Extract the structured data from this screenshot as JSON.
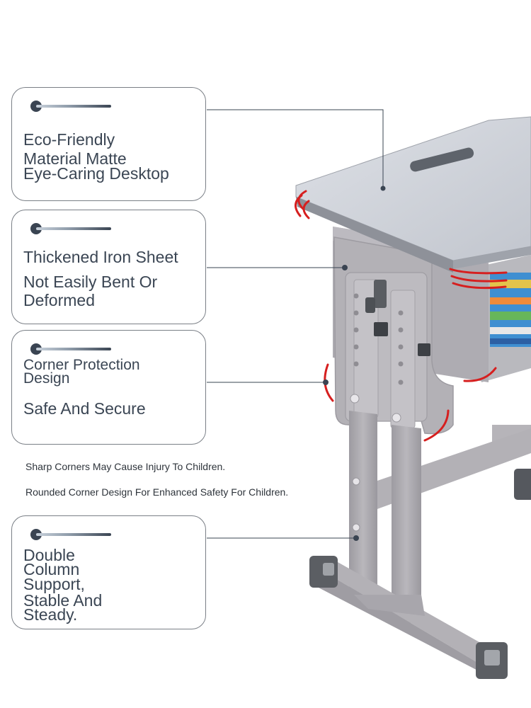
{
  "cards": [
    {
      "lines": [
        "Eco-Friendly",
        "Material Matte",
        "Eye-Caring Desktop"
      ]
    },
    {
      "lines": [
        "Thickened Iron Sheet",
        "Not Easily Bent Or",
        "Deformed"
      ]
    },
    {
      "lines": [
        "Corner Protection",
        "Design",
        "Safe And Secure"
      ]
    },
    {
      "lines": [
        "Double",
        "Column",
        "Support,",
        "Stable And",
        "Steady."
      ]
    }
  ],
  "notes": [
    "Sharp Corners May Cause Injury To Children.",
    "Rounded Corner Design For Enhanced Safety For Children."
  ],
  "colors": {
    "text": "#3b4654",
    "frame": "#a9a7ad",
    "desktop": "#c9ccd3",
    "accent_red": "#d61f1f",
    "connector": "#3a4452"
  }
}
